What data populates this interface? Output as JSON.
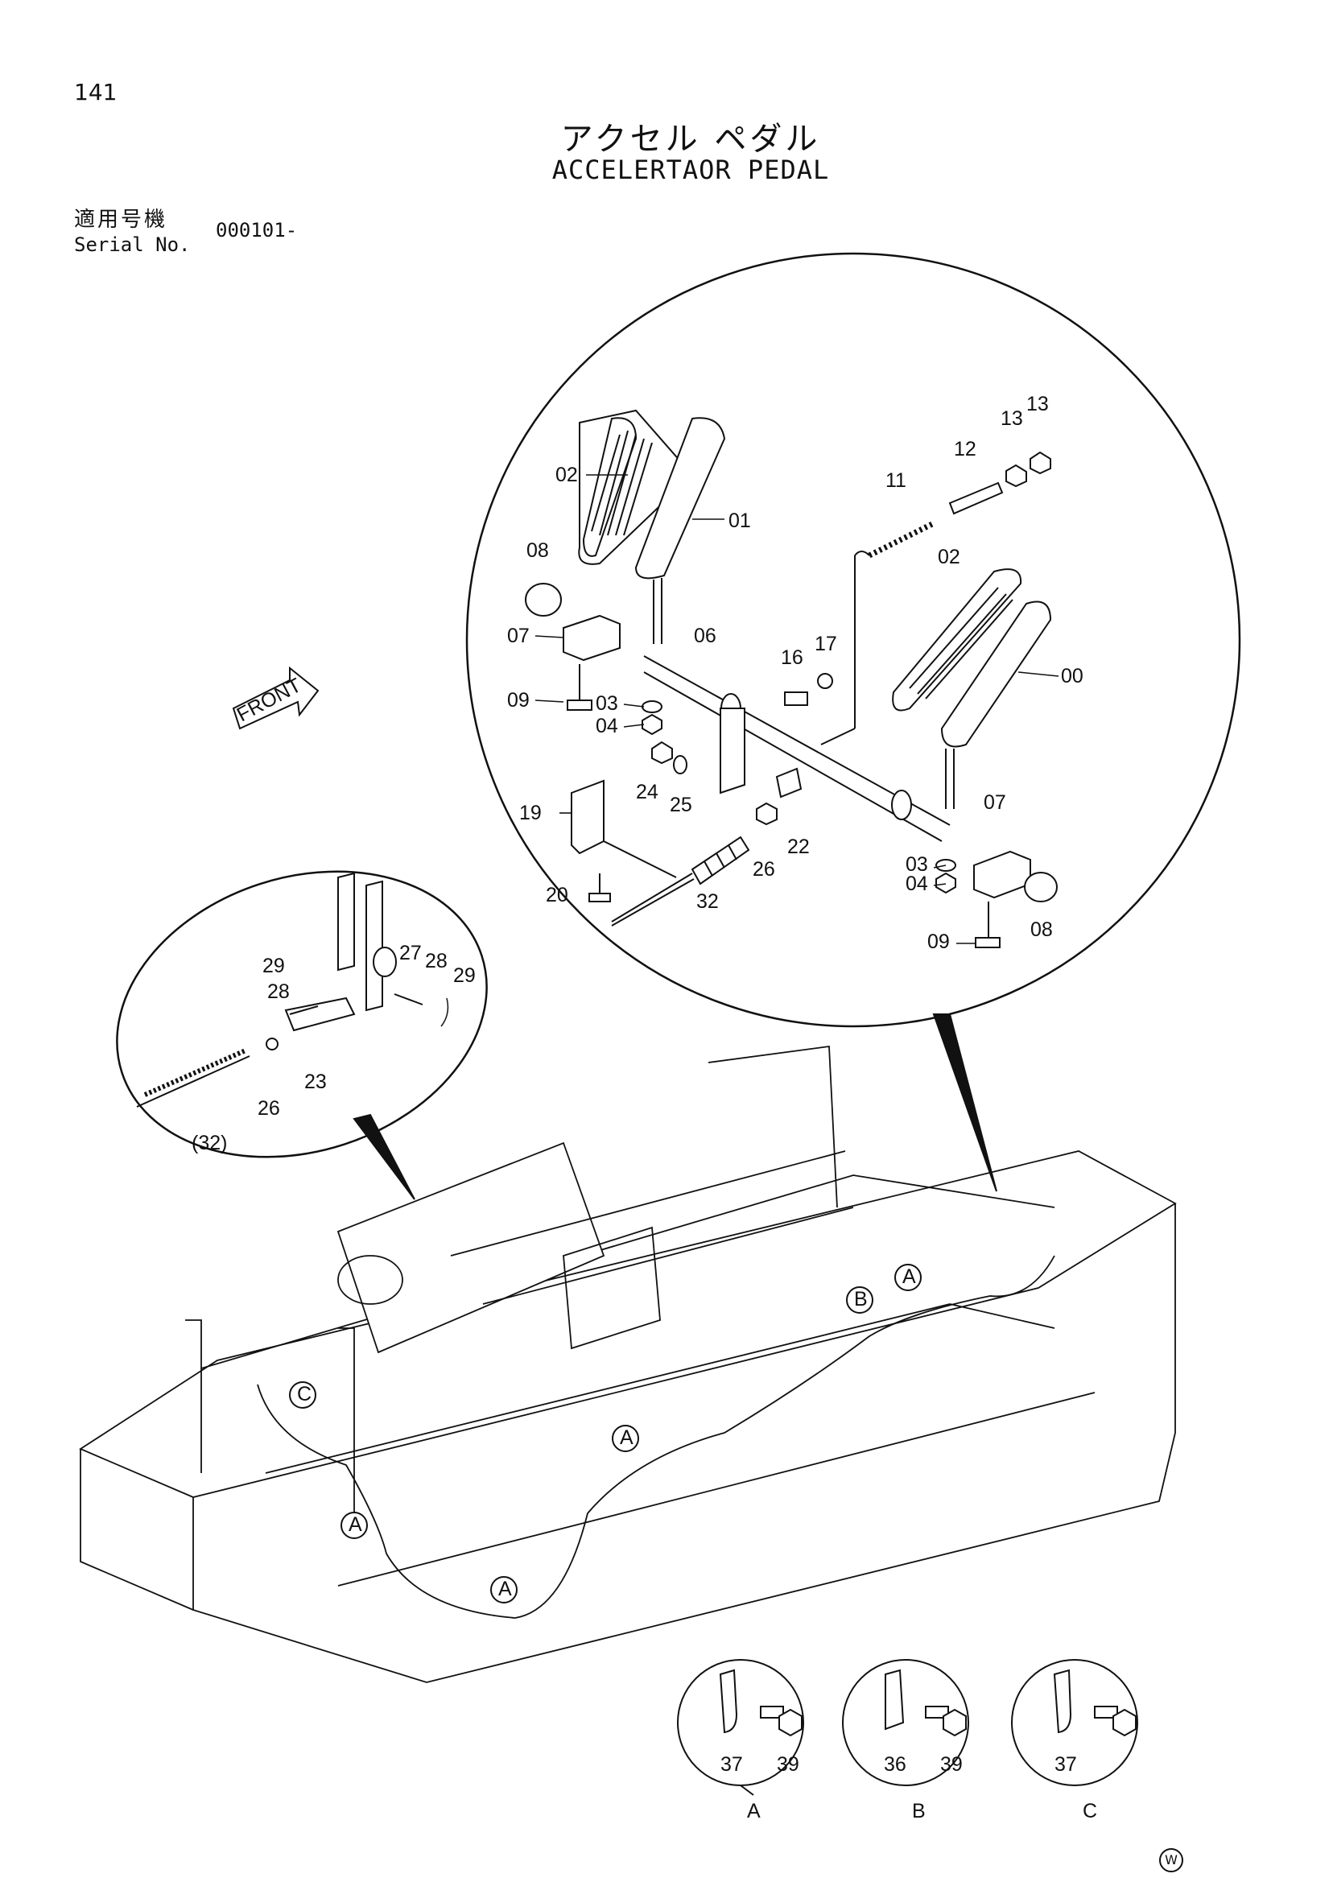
{
  "header": {
    "page_number": "141",
    "title_jp": "アクセル ペダル",
    "title_en": "ACCELERTAOR PEDAL",
    "serial_label_jp": "適用号機",
    "serial_label_en": "Serial No.",
    "serial_value": "000101-"
  },
  "front_label": "FRONT",
  "main_callouts": {
    "c00": "00",
    "c01": "01",
    "c02a": "02",
    "c02b": "02",
    "c03a": "03",
    "c03b": "03",
    "c04a": "04",
    "c04b": "04",
    "c06": "06",
    "c07a": "07",
    "c07b": "07",
    "c08a": "08",
    "c08b": "08",
    "c09a": "09",
    "c09b": "09",
    "c11": "11",
    "c12": "12",
    "c13a": "13",
    "c13b": "13",
    "c16": "16",
    "c17": "17",
    "c19": "19",
    "c20": "20",
    "c22": "22",
    "c24": "24",
    "c25": "25",
    "c26": "26",
    "c32": "32"
  },
  "left_callouts": {
    "c29a": "29",
    "c28a": "28",
    "c27": "27",
    "c28b": "28",
    "c29b": "29",
    "c23": "23",
    "c26": "26",
    "c32": "(32)"
  },
  "machine_markers": {
    "m1": "A",
    "m2": "A",
    "m3": "A",
    "m4": "A",
    "m5": "B",
    "m6": "C"
  },
  "detail_insets": [
    {
      "part_a": "37",
      "part_b": "39",
      "letter": "A"
    },
    {
      "part_a": "36",
      "part_b": "39",
      "letter": "B"
    },
    {
      "part_a": "37",
      "part_b": "",
      "letter": "C"
    }
  ],
  "detail_c_part": "37",
  "watermark": "W"
}
